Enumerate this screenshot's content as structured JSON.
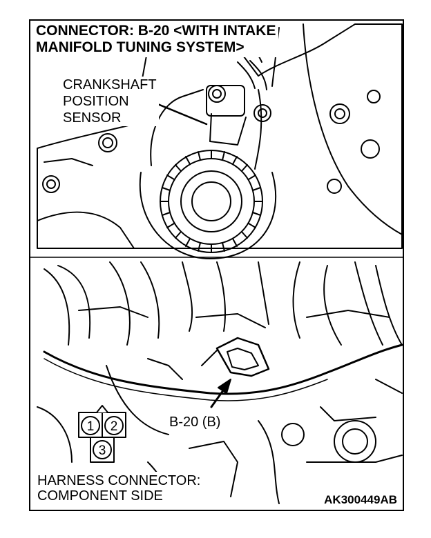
{
  "title": {
    "line1": "CONNECTOR: B-20 <WITH INTAKE",
    "line2": "MANIFOLD TUNING SYSTEM>"
  },
  "sensor_label": {
    "line1": "CRANKSHAFT",
    "line2": "POSITION",
    "line3": "SENSOR"
  },
  "connector_label": "B-20 (B)",
  "pins": [
    "2",
    "1",
    "3"
  ],
  "harness_label": {
    "line1": "HARNESS CONNECTOR:",
    "line2": "COMPONENT SIDE"
  },
  "figure_id": "AK300449AB"
}
